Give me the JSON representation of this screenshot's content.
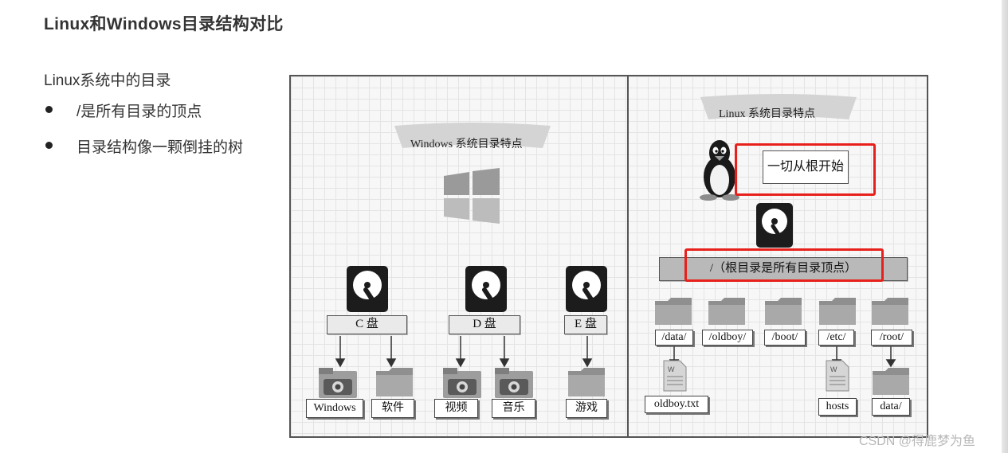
{
  "slide": {
    "title": "Linux和Windows目录结构对比",
    "subtitle": "Linux系统中的目录",
    "bullets": [
      "/是所有目录的顶点",
      "目录结构像一颗倒挂的树"
    ],
    "watermark": "CSDN @得鹿梦为鱼"
  },
  "windows": {
    "banner": "Windows 系统目录特点",
    "drives": [
      {
        "label": "C 盘",
        "children": [
          "Windows",
          "软件"
        ]
      },
      {
        "label": "D 盘",
        "children": [
          "视频",
          "音乐"
        ]
      },
      {
        "label": "E 盘",
        "children": [
          "游戏"
        ]
      }
    ]
  },
  "linux": {
    "banner": "Linux 系统目录特点",
    "callout": "一切从根开始",
    "root": "/（根目录是所有目录顶点）",
    "dirs": [
      "/data/",
      "/oldboy/",
      "/boot/",
      "/etc/",
      "/root/"
    ],
    "files": [
      "oldboy.txt",
      "hosts",
      "data/"
    ]
  },
  "colors": {
    "highlight": "#e8201b",
    "grid": "#e4e4e4",
    "box_fill": "#eaeaea"
  },
  "icons": [
    "windows-logo-icon",
    "hard-disk-icon",
    "folder-icon",
    "camera-folder-icon",
    "document-icon",
    "tux-penguin-icon",
    "arrow-down-icon"
  ]
}
